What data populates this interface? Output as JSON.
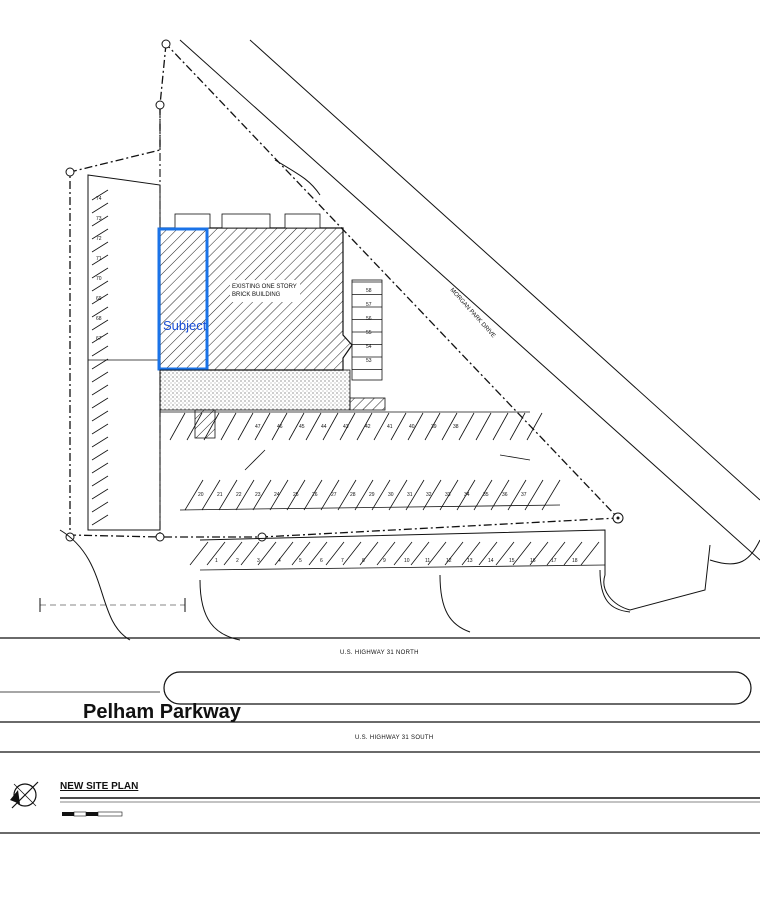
{
  "labels": {
    "building": "EXISTING ONE STORY",
    "building_2": "BRICK BUILDING",
    "subject": "Subject",
    "street_east": "MORGAN PARK DRIVE",
    "road_north": "U.S. HIGHWAY 31 NORTH",
    "road_south": "U.S. HIGHWAY 31 SOUTH",
    "parkway": "Pelham Parkway",
    "plan_title": "NEW SITE PLAN"
  },
  "colors": {
    "subject_outline": "#1a73e8",
    "subject_text": "#1a4fd6",
    "ink": "#111111"
  },
  "parking_numbers": {
    "bottom_row": [
      "1",
      "2",
      "3",
      "4",
      "5",
      "6",
      "7",
      "8",
      "9",
      "10",
      "11",
      "12",
      "13",
      "14",
      "15",
      "16",
      "17",
      "18"
    ],
    "west_column": [
      "74",
      "73",
      "72",
      "71",
      "70",
      "69",
      "68",
      "67"
    ],
    "east_column": [
      "58",
      "57",
      "56",
      "55",
      "54",
      "53"
    ],
    "middle_upper": [
      "47",
      "46",
      "45",
      "44",
      "43",
      "42",
      "41",
      "40",
      "39",
      "38"
    ],
    "middle_lower": [
      "20",
      "21",
      "22",
      "23",
      "24",
      "25",
      "26",
      "27",
      "28",
      "29",
      "30",
      "31",
      "32",
      "33",
      "34",
      "35",
      "36",
      "37"
    ]
  }
}
